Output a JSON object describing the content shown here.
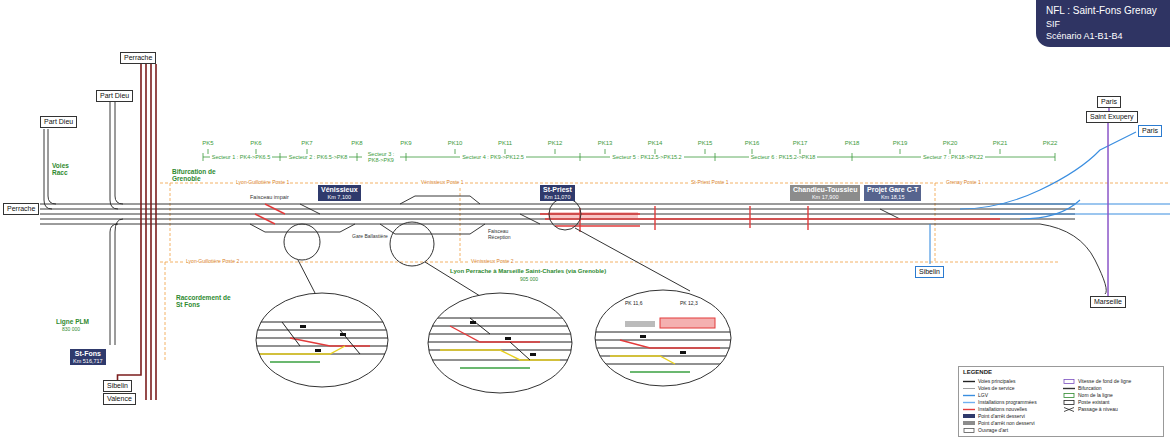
{
  "diagram": {
    "nodes": [
      {
        "text": [
          "NFL : Saint-Fons Grenay",
          "SIF",
          "Scénario A1-B1-B4"
        ]
      },
      {
        "text": [
          "Perrache"
        ]
      },
      {
        "text": [
          "Part Dieu"
        ]
      },
      {
        "text": [
          "Part Dieu"
        ]
      },
      {
        "text": [
          "Perrache"
        ]
      },
      {
        "text": [
          "Vénissieux",
          "Km 7,100"
        ]
      },
      {
        "text": [
          "St-Priest",
          "Km 11,070"
        ]
      },
      {
        "text": [
          "Chandieu-Toussieu",
          "Km 17,900"
        ]
      },
      {
        "text": [
          "Projet Gare C-T",
          "Km 18,15"
        ]
      },
      {
        "text": [
          "Paris"
        ]
      },
      {
        "text": [
          "Saint Exupery"
        ]
      },
      {
        "text": [
          "Paris"
        ]
      },
      {
        "text": [
          "St-Fons",
          "Km 516,717"
        ]
      },
      {
        "text": [
          "Sibelin"
        ]
      },
      {
        "text": [
          "Valence"
        ]
      },
      {
        "text": [
          "Sibelin"
        ]
      },
      {
        "text": [
          "Marseille"
        ]
      },
      {
        "text": [
          "LEGENDE"
        ]
      }
    ],
    "edges": [
      {
        "from": 1,
        "to": 13,
        "arrow": "none"
      },
      {
        "from": 10,
        "to": 9,
        "arrow": "none"
      },
      {
        "from": 10,
        "to": 16,
        "arrow": "none"
      }
    ],
    "labels": [
      "PK5",
      "PK6",
      "PK7",
      "PK8",
      "PK9",
      "PK10",
      "PK11",
      "PK12",
      "PK13",
      "PK14",
      "PK15",
      "PK16",
      "PK17",
      "PK18",
      "PK19",
      "PK20",
      "PK21",
      "PK22",
      "Secteur 1 : PK4->PK6.5",
      "Secteur 2 : PK6.5->PK8",
      "Secteur 3 : PK8->PK9",
      "Secteur 4 : PK9->PK12.5",
      "Secteur 5 : PK12.5->PK15.2",
      "Secteur 6 : PK15.2->PK18",
      "Secteur 7 : PK18->PK22",
      "Voies Racc",
      "Bifurcation de Grenoble",
      "Raccordement de St Fons",
      "Ligne PLM",
      "830 000",
      "Lyon Perrache à Marseille Saint-Charles (via Grenoble)",
      "905 000",
      "Faisceau impair",
      "Faisceau Réception",
      "Lyon-Guillotière Poste 1",
      "Vénissieux Poste 1",
      "St-Priest Poste 1",
      "Grenay Poste 1",
      "Vénissieux Poste 2",
      "Lyon-Guillotière Poste 2",
      "PK 11,6",
      "PK 12,3",
      "Gare Ballastière"
    ],
    "legend": [
      {
        "text": "Voies principales"
      },
      {
        "text": "Voies de service"
      },
      {
        "text": "LGV"
      },
      {
        "text": "Installations programmées"
      },
      {
        "text": "Installations nouvelles"
      },
      {
        "text": "Point d'arrêt desservi",
        "color": "#2f3a6c"
      },
      {
        "text": "Point d'arrêt non desservi",
        "color": "#8c8c8c"
      },
      {
        "text": "Ouvrage d'art"
      },
      {
        "text": "Vitesse de fond de ligne"
      },
      {
        "text": "Bifurcation"
      },
      {
        "text": "Nom de la ligne"
      },
      {
        "text": "Poste existant"
      },
      {
        "text": "Passage à niveau"
      }
    ]
  }
}
